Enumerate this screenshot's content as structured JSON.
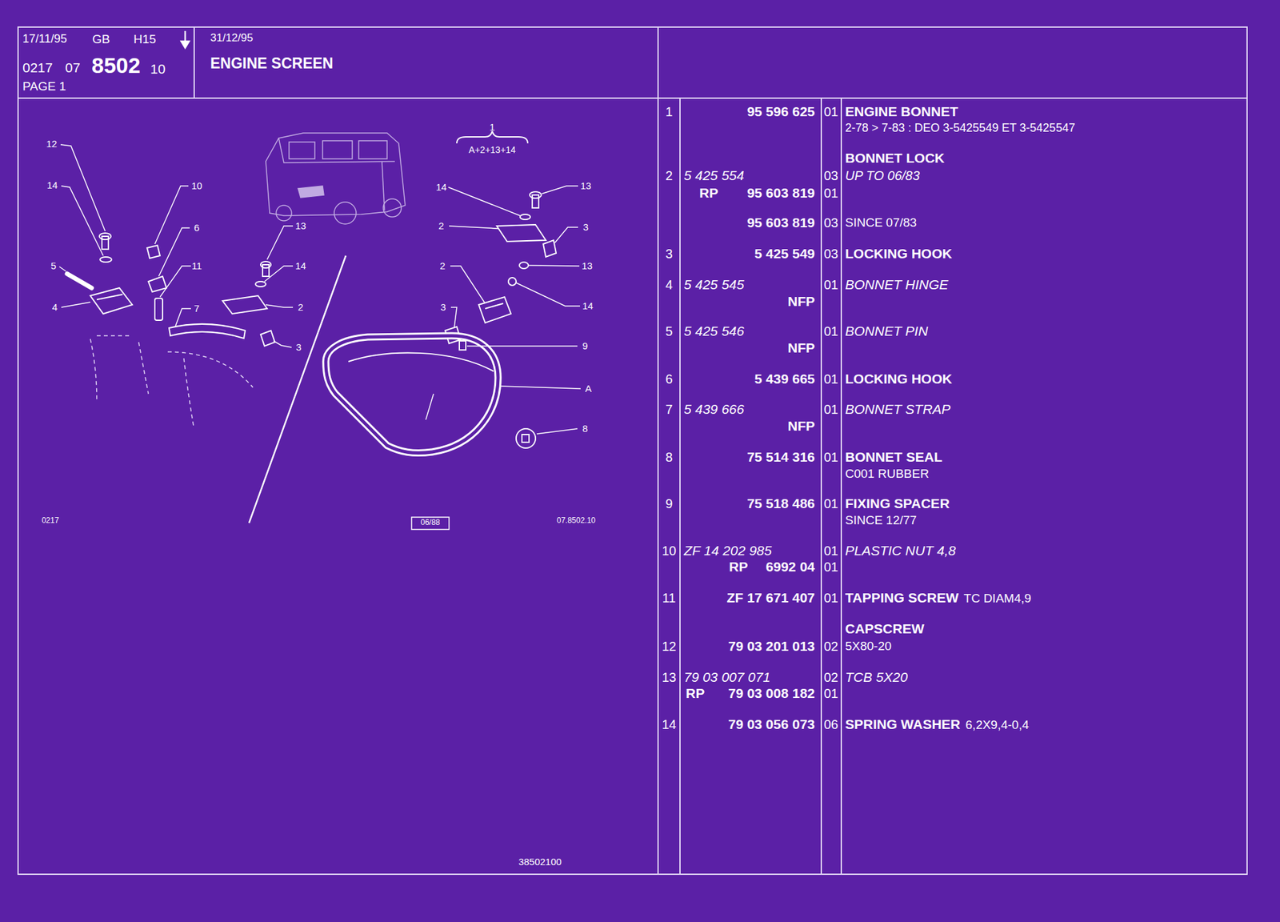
{
  "diagram": {
    "title": "ENGINE SCREEN",
    "labels": [
      "17/11/95",
      "GB",
      "H15",
      "0217",
      "07",
      "8502",
      "10",
      "PAGE 1",
      "31/12/95",
      "1",
      "95 596 625",
      "01",
      "ENGINE BONNET",
      "2-78 > 7-83 : DEO 3-5425549 ET 3-5425547",
      "BONNET LOCK",
      "2",
      "5 425 554",
      "03",
      "UP TO 06/83",
      "RP",
      "95 603 819",
      "01",
      "95 603 819",
      "03",
      "SINCE 07/83",
      "3",
      "5 425 549",
      "03",
      "LOCKING HOOK",
      "4",
      "5 425 545",
      "01",
      "BONNET HINGE",
      "NFP",
      "5",
      "5 425 546",
      "01",
      "BONNET PIN",
      "NFP",
      "6",
      "5 439 665",
      "01",
      "LOCKING HOOK",
      "7",
      "5 439 666",
      "01",
      "BONNET STRAP",
      "NFP",
      "8",
      "75 514 316",
      "01",
      "BONNET SEAL",
      "C001 RUBBER",
      "9",
      "75 518 486",
      "01",
      "FIXING SPACER",
      "SINCE 12/77",
      "10",
      "ZF 14 202 985",
      "01",
      "PLASTIC NUT 4,8",
      "RP",
      "6992 04",
      "01",
      "11",
      "ZF 17 671 407",
      "01",
      "TAPPING SCREW",
      "TC DIAM4,9",
      "CAPSCREW",
      "12",
      "79 03 201 013",
      "02",
      "5X80-20",
      "13",
      "79 03 007 071",
      "02",
      "TCB 5X20",
      "RP",
      "79 03 008 182",
      "01",
      "14",
      "79 03 056 073",
      "06",
      "SPRING WASHER",
      "6,2X9,4-0,4",
      "1",
      "A+2+13+14",
      "12",
      "14",
      "10",
      "6",
      "13",
      "5",
      "11",
      "14",
      "4",
      "7",
      "2",
      "3",
      "14",
      "13",
      "2",
      "3",
      "2",
      "13",
      "14",
      "3",
      "9",
      "A",
      "8",
      "0217",
      "06/88",
      "07.8502.10",
      "38502100"
    ]
  }
}
